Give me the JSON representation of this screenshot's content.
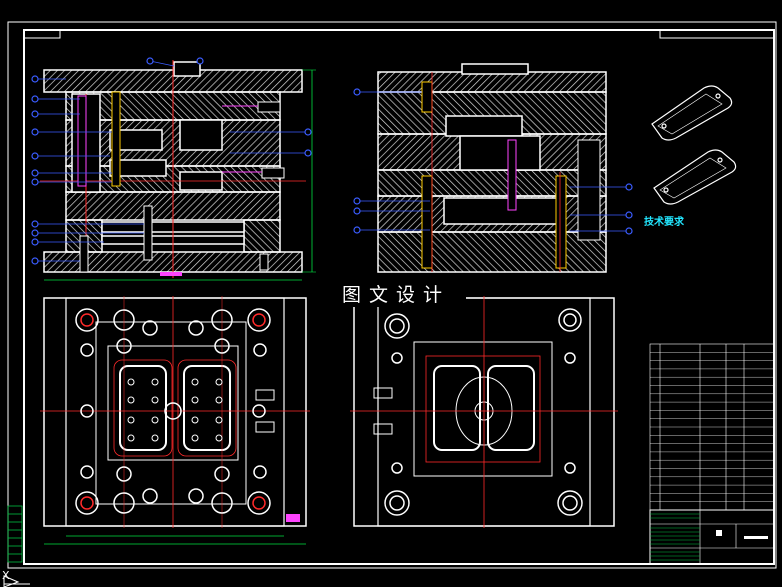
{
  "watermark": "图文设计",
  "tech_requirements": {
    "title": "技术要求",
    "items": [
      "",
      "",
      "",
      "",
      "",
      "",
      "",
      "",
      "",
      "",
      ""
    ]
  },
  "ucs_label": "X",
  "colors": {
    "background": "#000000",
    "outline": "#ffffff",
    "hatch": "#ffffff",
    "center_line": "#ff2a2a",
    "dimension": "#00e040",
    "leader": "#ff44ff",
    "balloon": "#3a5cff",
    "note_text": "#22e6ff",
    "title_block_green": "#00c040"
  },
  "icons": [
    "ucs-axis-icon",
    "part-balloon-icon",
    "product-sketch-icon"
  ]
}
